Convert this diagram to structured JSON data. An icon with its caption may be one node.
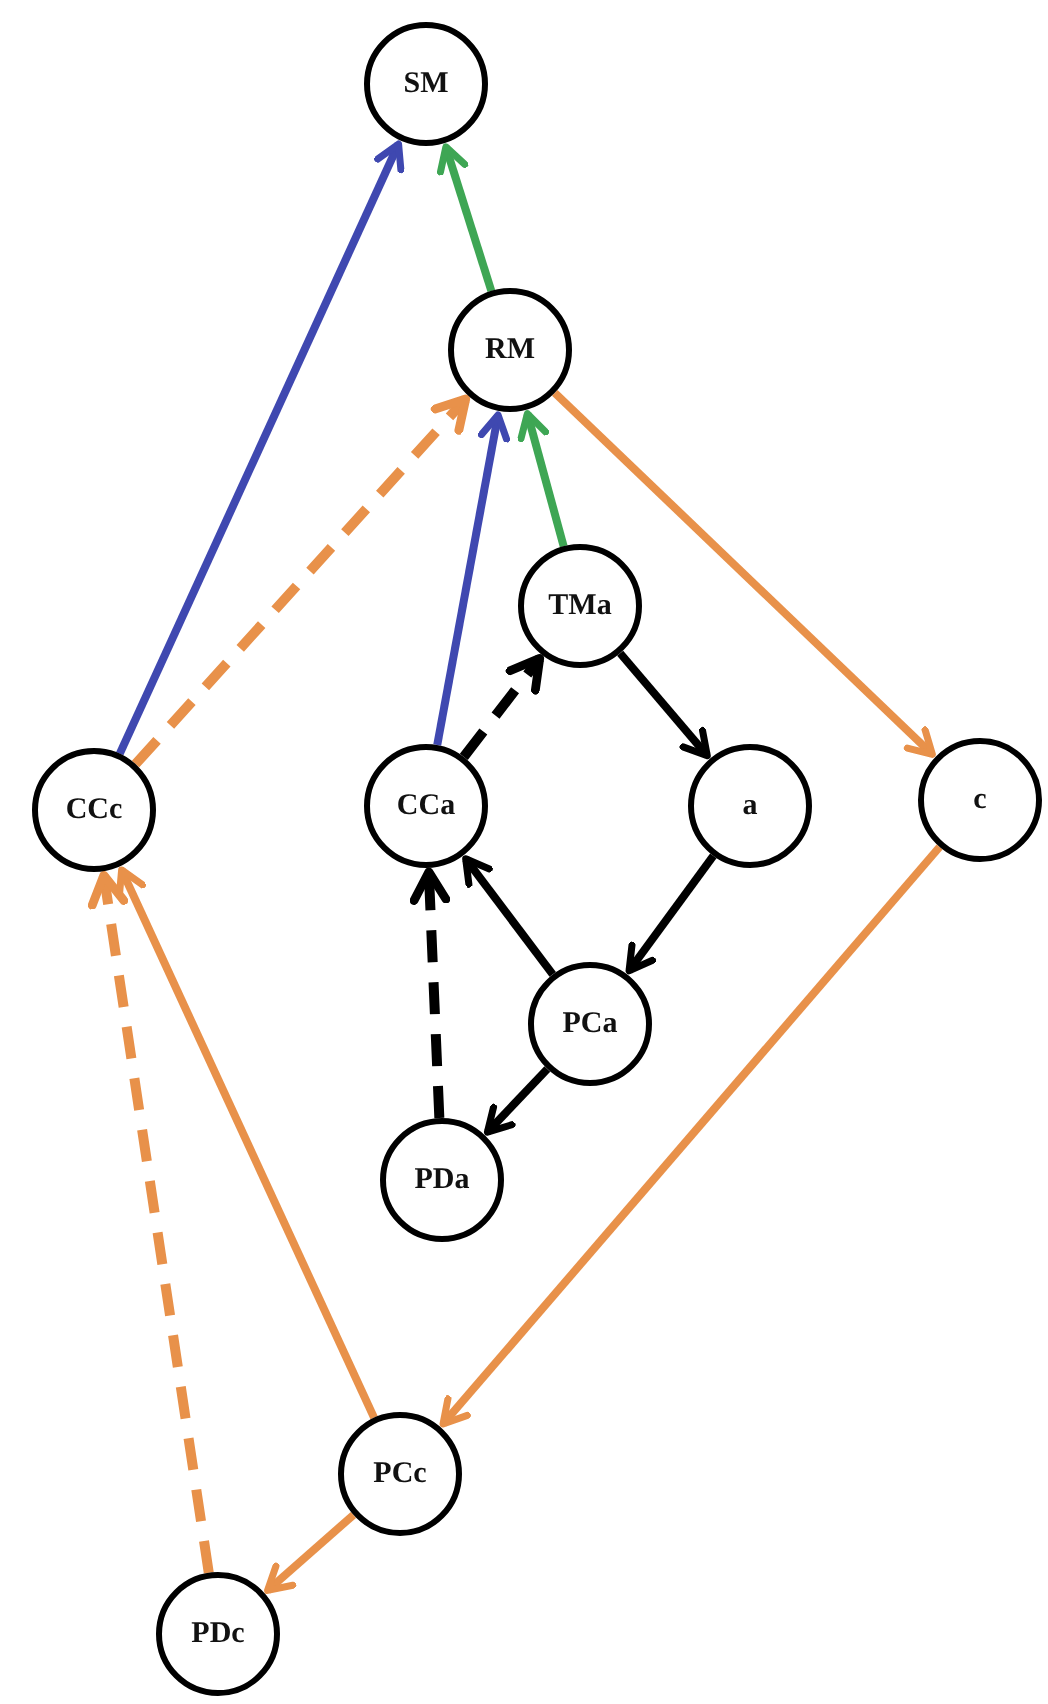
{
  "diagram": {
    "nodes": [
      {
        "text": [
          "SM"
        ]
      },
      {
        "text": [
          "RM"
        ]
      },
      {
        "text": [
          "TMa"
        ]
      },
      {
        "text": [
          "CCc"
        ]
      },
      {
        "text": [
          "CCa"
        ]
      },
      {
        "text": [
          "a"
        ]
      },
      {
        "text": [
          "c"
        ]
      },
      {
        "text": [
          "PCa"
        ]
      },
      {
        "text": [
          "PDa"
        ]
      },
      {
        "text": [
          "PCc"
        ]
      },
      {
        "text": [
          "PDc"
        ]
      }
    ],
    "edges": [
      {
        "from": 3,
        "to": 0,
        "arrow": "to",
        "color": "#3f48b0"
      },
      {
        "from": 1,
        "to": 0,
        "arrow": "to",
        "color": "#3ea654"
      },
      {
        "from": 3,
        "to": 1,
        "arrow": "to",
        "style": "dashed",
        "color": "#e8914a"
      },
      {
        "from": 4,
        "to": 1,
        "arrow": "to",
        "color": "#3f48b0"
      },
      {
        "from": 2,
        "to": 1,
        "arrow": "to",
        "color": "#3ea654"
      },
      {
        "from": 1,
        "to": 6,
        "arrow": "to",
        "color": "#e8914a"
      },
      {
        "from": 4,
        "to": 2,
        "arrow": "to",
        "style": "dashed",
        "color": "#000000"
      },
      {
        "from": 2,
        "to": 5,
        "arrow": "to",
        "color": "#000000"
      },
      {
        "from": 5,
        "to": 7,
        "arrow": "to",
        "color": "#000000"
      },
      {
        "from": 7,
        "to": 4,
        "arrow": "to",
        "color": "#000000"
      },
      {
        "from": 7,
        "to": 8,
        "arrow": "to",
        "color": "#000000"
      },
      {
        "from": 8,
        "to": 4,
        "arrow": "to",
        "style": "dashed",
        "color": "#000000"
      },
      {
        "from": 6,
        "to": 9,
        "arrow": "to",
        "color": "#e8914a"
      },
      {
        "from": 9,
        "to": 3,
        "arrow": "to",
        "color": "#e8914a"
      },
      {
        "from": 9,
        "to": 10,
        "arrow": "to",
        "color": "#e8914a"
      },
      {
        "from": 10,
        "to": 3,
        "arrow": "to",
        "style": "dashed",
        "color": "#e8914a"
      }
    ]
  }
}
